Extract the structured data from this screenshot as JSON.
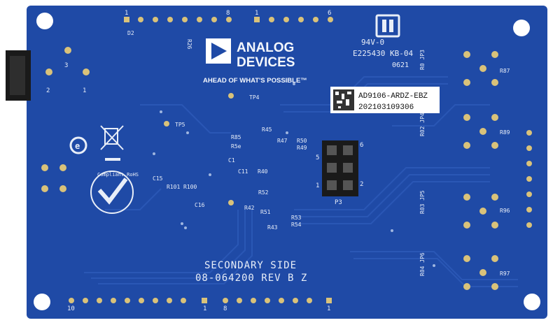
{
  "board": {
    "mask_color": "#1f4aa6",
    "mask_dark": "#163a86",
    "silk_color": "#e8eef8",
    "pad_color": "#d9c27a"
  },
  "logo": {
    "brand_line1": "ANALOG",
    "brand_line2": "DEVICES",
    "tagline": "AHEAD OF WHAT'S POSSIBLE™"
  },
  "marks": {
    "flammability": "94V-0",
    "ul_file": "E225430 KB-04",
    "date_code": "0621"
  },
  "label": {
    "part_number": "AD9106-ARDZ-EBZ",
    "serial": "202103109306"
  },
  "side_text": {
    "line1": "SECONDARY SIDE",
    "line2": "08-064200 REV B Z"
  },
  "designators": {
    "d2": "D2",
    "r26": "R26",
    "tp4": "TP4",
    "tp5": "TP5",
    "r85": "R85",
    "r5": "R5e",
    "r45": "R45",
    "r47": "R47",
    "r50": "R50",
    "r49": "R49",
    "c1": "C1",
    "c11": "C11",
    "r40": "R40",
    "r52": "R52",
    "r42": "R42",
    "r51": "R51",
    "r53": "R53",
    "r54": "R54",
    "r43": "R43",
    "c15": "C15",
    "r101": "R101",
    "r100": "R100",
    "c16": "C16",
    "p3": "P3",
    "r87": "R87",
    "r89": "R89",
    "r96": "R96",
    "r97": "R97",
    "jp3": "R0 JP3",
    "jp4": "R02 JP4",
    "jp5": "R03 JP5",
    "jp6": "R04 JP6",
    "rohs": "Compliant RoHS"
  },
  "pin_marks": {
    "h1_start": "1",
    "h1_end": "8",
    "h2_start": "1",
    "h2_end": "6",
    "b1_start": "10",
    "b1_end": "1",
    "b2_start": "8",
    "b2_end": "1",
    "p3_5": "5",
    "p3_6": "6",
    "p3_1": "1",
    "p3_2": "2",
    "j1_2": "2",
    "j1_1": "1",
    "j1_3": "3"
  }
}
